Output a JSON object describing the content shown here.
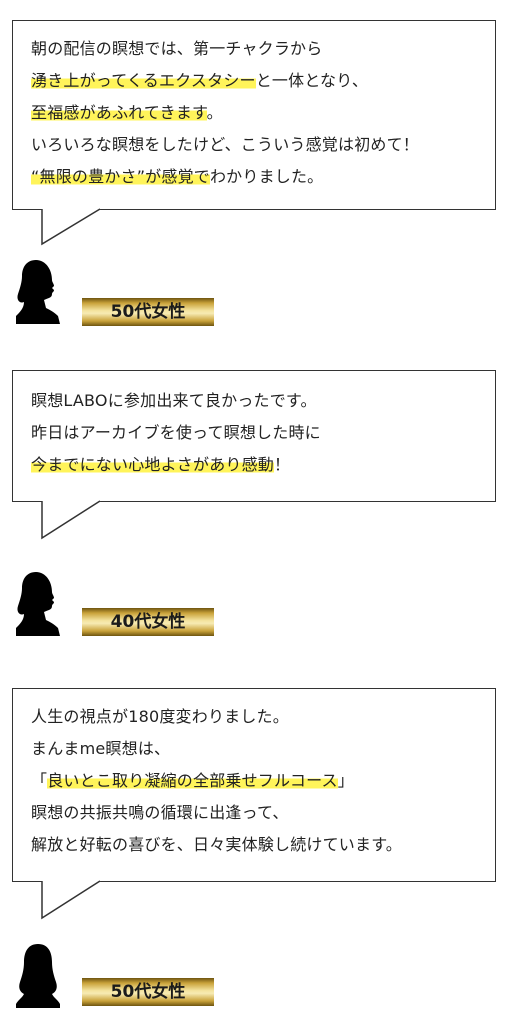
{
  "testimonials": [
    {
      "lines": [
        [
          {
            "t": "朝の配信の瞑想では、第一チャクラから",
            "hl": false
          }
        ],
        [
          {
            "t": "湧き上がってくるエクスタシー",
            "hl": true
          },
          {
            "t": "と一体となり、",
            "hl": false
          }
        ],
        [
          {
            "t": "至福感があふれてきます",
            "hl": true
          },
          {
            "t": "。",
            "hl": false
          }
        ],
        [
          {
            "t": "いろいろな瞑想をしたけど、こういう感覚は初めて！",
            "hl": false
          }
        ],
        [
          {
            "t": "“無限の豊かさ”が感覚で",
            "hl": true
          },
          {
            "t": "わかりました。",
            "hl": false
          }
        ]
      ],
      "badge": "50代女性"
    },
    {
      "lines": [
        [
          {
            "t": "瞑想LABOに参加出来て良かったです。",
            "hl": false
          }
        ],
        [
          {
            "t": "昨日はアーカイブを使って瞑想した時に",
            "hl": false
          }
        ],
        [
          {
            "t": "今までにない心地よさがあり感動",
            "hl": true
          },
          {
            "t": "！",
            "hl": false
          }
        ]
      ],
      "badge": "40代女性"
    },
    {
      "lines": [
        [
          {
            "t": "人生の視点が180度変わりました。",
            "hl": false
          }
        ],
        [
          {
            "t": "まんまme瞑想は、",
            "hl": false
          }
        ],
        [
          {
            "t": "「",
            "hl": false
          },
          {
            "t": "良いとこ取り凝縮の全部乗せフルコース",
            "hl": true
          },
          {
            "t": "」",
            "hl": false
          }
        ],
        [
          {
            "t": "瞑想の共振共鳴の循環に出逢って、",
            "hl": false
          }
        ],
        [
          {
            "t": "解放と好転の喜びを、日々実体験し続けています。",
            "hl": false
          }
        ]
      ],
      "badge": "50代女性"
    }
  ],
  "colors": {
    "highlight": "#fff45a",
    "gold_light": "#f4e4a0",
    "gold_dark": "#6e5410",
    "border": "#333333"
  },
  "icons": [
    "woman-silhouette-icon"
  ]
}
